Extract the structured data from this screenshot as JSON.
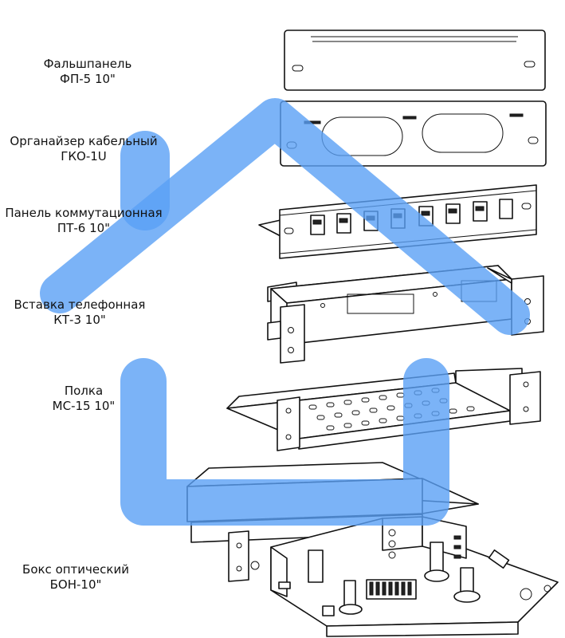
{
  "logo": {
    "color": "#5aa0f5",
    "opacity": 0.8
  },
  "items": [
    {
      "name": "Фальшпанель",
      "model": "ФП-5 10\""
    },
    {
      "name": "Органайзер кабельный",
      "model": "ГКО-1U"
    },
    {
      "name": "Панель коммутационная",
      "model": "ПТ-6 10\""
    },
    {
      "name": "Вставка телефонная",
      "model": "КТ-3 10\""
    },
    {
      "name": "Полка",
      "model": "МС-15 10\""
    },
    {
      "name": "Бокс оптический",
      "model": "БОН-10\""
    }
  ]
}
